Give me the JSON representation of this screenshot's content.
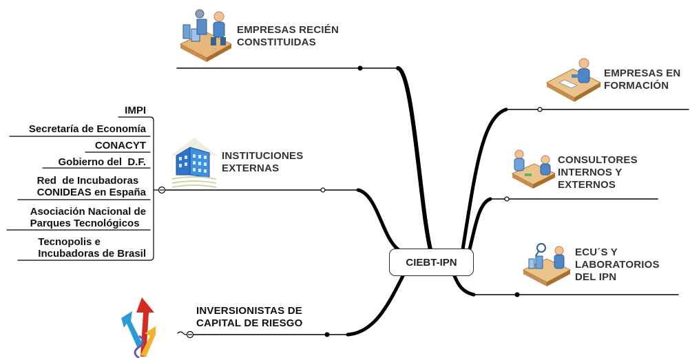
{
  "center": {
    "label": "CIEBT-IPN"
  },
  "branches": {
    "empresas_recien": "EMPRESAS RECIÉN\nCONSTITUIDAS",
    "instituciones": "INSTITUCIONES\nEXTERNAS",
    "inversionistas": "INVERSIONISTAS DE\nCAPITAL DE RIESGO",
    "empresas_formacion": "EMPRESAS EN\nFORMACIÓN",
    "consultores": "CONSULTORES\nINTERNOS Y\nEXTERNOS",
    "ecus": "ECU´S Y\nLABORATORIOS\nDEL IPN"
  },
  "instituciones_sub": [
    "IMPI",
    "Secretaría de Economía",
    "CONACYT",
    "Gobierno del  D.F.",
    "Red  de Incubadoras\nCONIDEAS en España",
    "Asociación Nacional de\nParques Tecnológicos",
    "Tecnopolis e\nIncubadoras de Brasil"
  ],
  "icons": [
    "factory-worker-icon",
    "office-building-icon",
    "growth-arrows-icon",
    "desk-worker-icon",
    "meeting-icon",
    "lab-research-icon"
  ]
}
